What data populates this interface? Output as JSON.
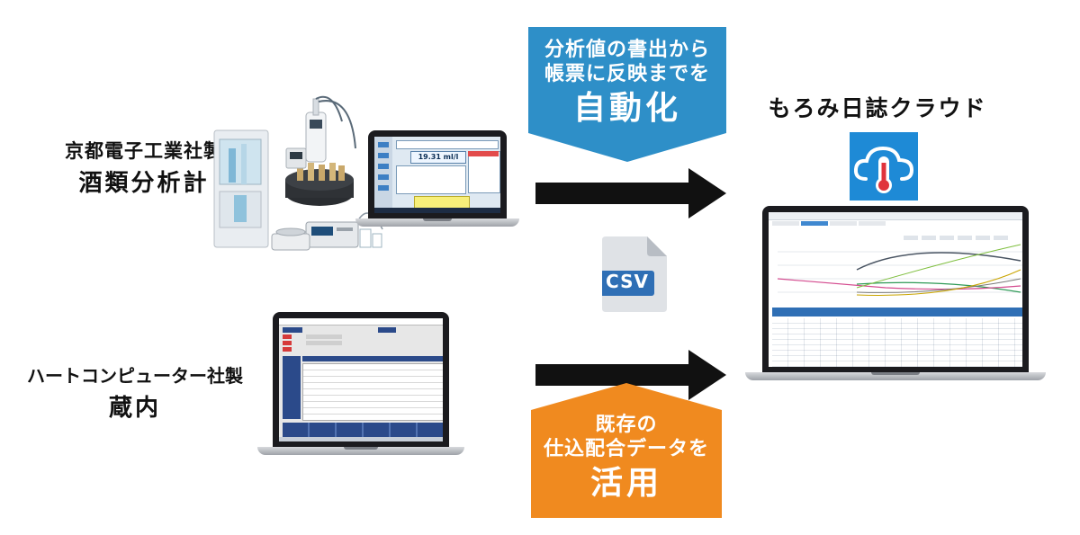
{
  "left_top": {
    "line1": "京都電子工業社製",
    "line2": "酒類分析計"
  },
  "left_bottom": {
    "line1": "ハートコンピューター社製",
    "line2": "蔵内"
  },
  "cloud_product": {
    "title": "もろみ日誌クラウド",
    "icon": "cloud-thermometer-icon"
  },
  "callout_top": {
    "line1": "分析値の書出から",
    "line2": "帳票に反映までを",
    "emphasis": "自動化",
    "color": "#2e8fc8"
  },
  "callout_bottom": {
    "line1": "既存の",
    "line2": "仕込配合データを",
    "emphasis": "活用",
    "color": "#f08a1f"
  },
  "csv_file": {
    "label": "CSV",
    "icon": "csv-file-icon"
  },
  "analyzer_screen": {
    "reading": "19.31 ml/l"
  }
}
